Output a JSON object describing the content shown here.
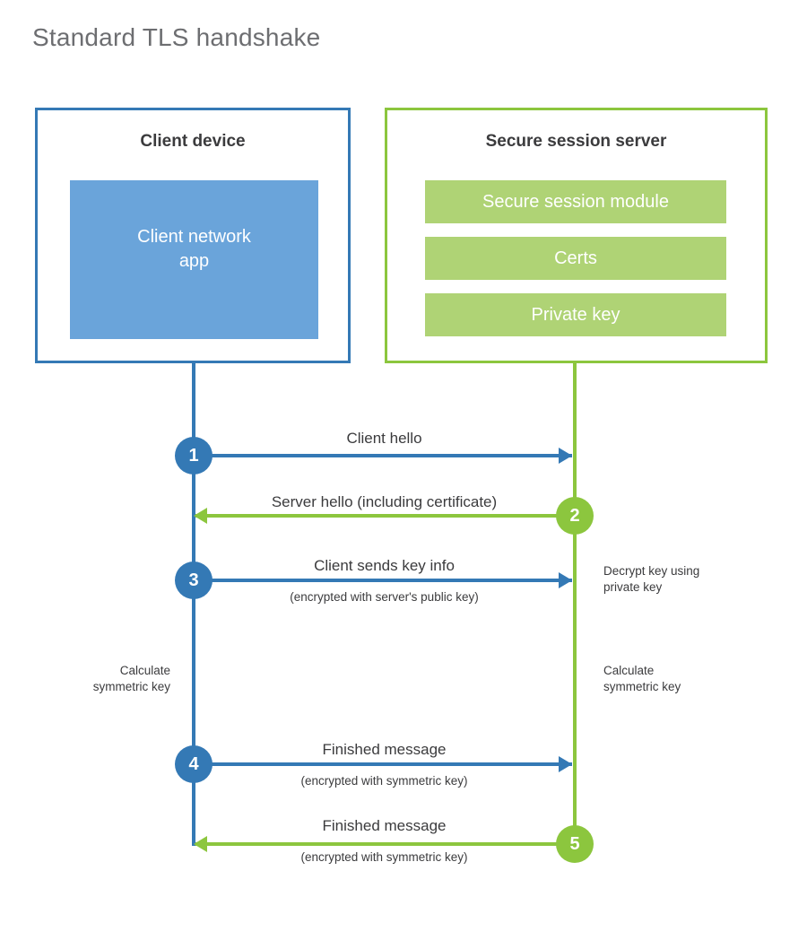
{
  "title": "Standard TLS handshake",
  "colors": {
    "client_accent": "#3479b5",
    "client_app_fill": "#6aa4da",
    "server_accent": "#8cc63e",
    "server_bar_fill": "#afd375",
    "text": "#3b3b3d",
    "title_text": "#6d6e71",
    "background": "#ffffff"
  },
  "client": {
    "title": "Client device",
    "app_label": "Client network\napp"
  },
  "server": {
    "title": "Secure session server",
    "bars": [
      {
        "label": "Secure session module"
      },
      {
        "label": "Certs"
      },
      {
        "label": "Private key"
      }
    ]
  },
  "steps": [
    {
      "number": "1",
      "label": "Client hello",
      "sublabel": "",
      "direction": "client-to-server",
      "color": "#3479b5"
    },
    {
      "number": "2",
      "label": "Server hello (including certificate)",
      "sublabel": "",
      "direction": "server-to-client",
      "color": "#8cc63e"
    },
    {
      "number": "3",
      "label": "Client sends key info",
      "sublabel": "(encrypted with server's public key)",
      "direction": "client-to-server",
      "color": "#3479b5"
    },
    {
      "number": "4",
      "label": "Finished message",
      "sublabel": "(encrypted with symmetric key)",
      "direction": "client-to-server",
      "color": "#3479b5"
    },
    {
      "number": "5",
      "label": "Finished message",
      "sublabel": "(encrypted with symmetric key)",
      "direction": "server-to-client",
      "color": "#8cc63e"
    }
  ],
  "notes": {
    "server_decrypt": "Decrypt key using\nprivate key",
    "client_calculate": "Calculate\nsymmetric key",
    "server_calculate": "Calculate\nsymmetric key"
  }
}
